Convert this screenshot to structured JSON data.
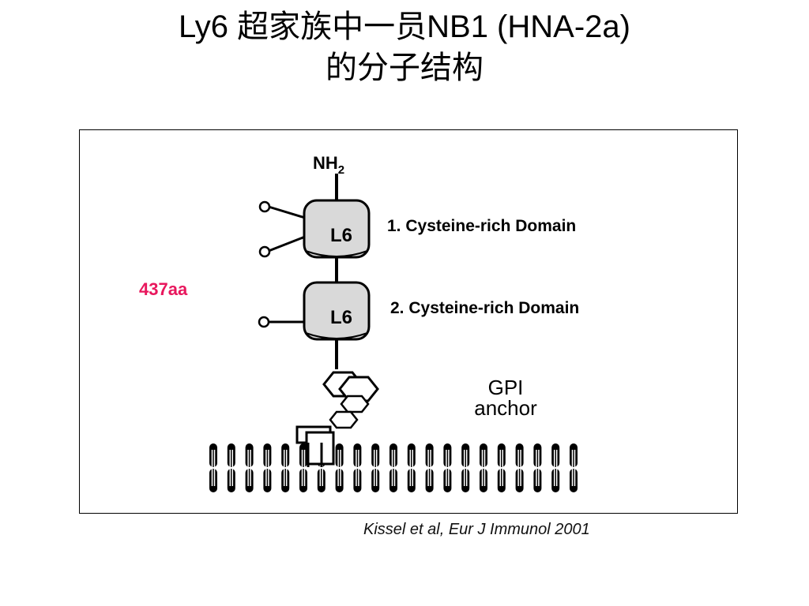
{
  "title": {
    "line1": "Ly6 超家族中一员NB1 (HNA-2a)",
    "line2": "的分子结构"
  },
  "diagram": {
    "n_terminus": "NH",
    "n_terminus_subscript": "2",
    "domain1": {
      "label": "L6",
      "caption": "1. Cysteine-rich Domain"
    },
    "domain2": {
      "label": "L6",
      "caption": "2. Cysteine-rich Domain"
    },
    "length_label": "437aa",
    "gpi_label_line1": "GPI",
    "gpi_label_line2": "anchor",
    "accent_color": "#e8175d"
  },
  "citation": "Kissel et al, Eur J Immunol 2001"
}
